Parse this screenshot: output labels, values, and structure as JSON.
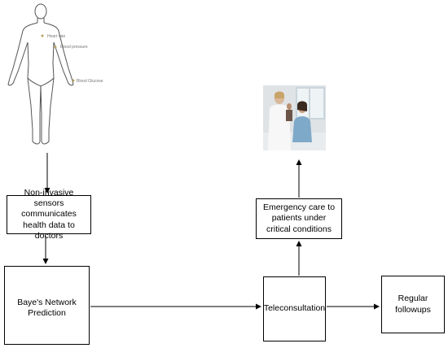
{
  "body_figure": {
    "labels": {
      "heart_rate": "Heart rate",
      "blood_pressure": "Blood pressure",
      "blood_glucose": "Blood Glucose"
    }
  },
  "boxes": {
    "sensors": "Non-invasive sensors communicates health data to doctors",
    "bayes": "Baye's Network Prediction",
    "emergency": "Emergency care to patients under critical conditions",
    "teleconsultation": "Teleconsultation",
    "followups": "Regular followups"
  },
  "colors": {
    "line": "#000000",
    "outline": "#555555",
    "sensor_dot": "#b8a060"
  },
  "icons": {
    "body": "human-body-outline-icon",
    "photo": "doctor-patient-photo"
  }
}
